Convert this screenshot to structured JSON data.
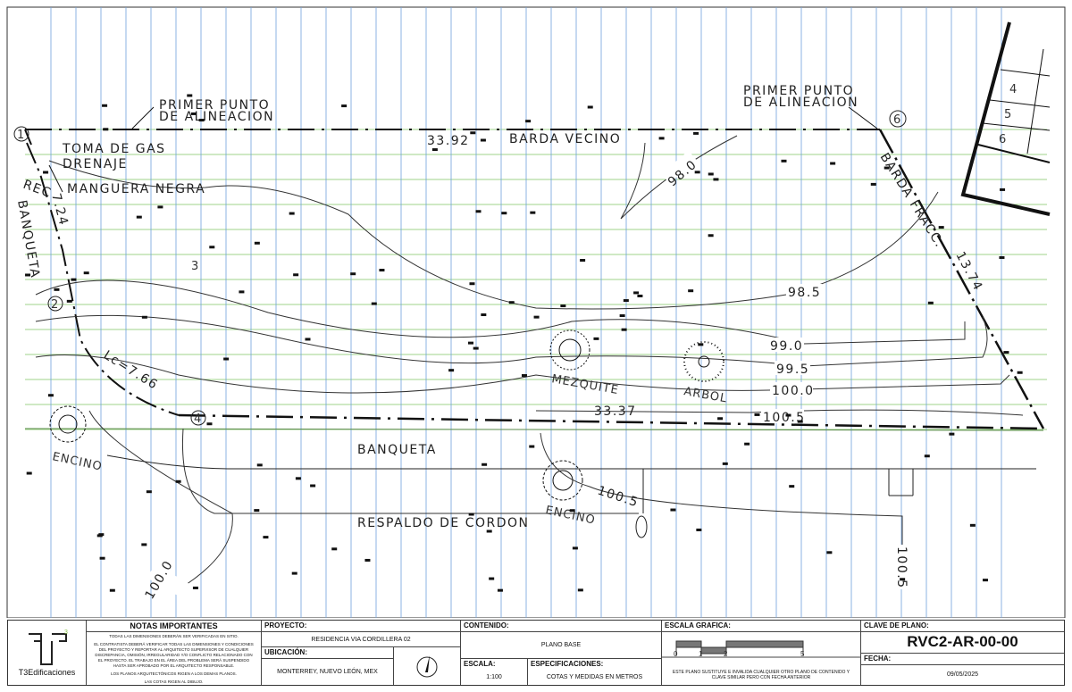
{
  "drawing": {
    "labels": {
      "primer_punto_1a": "PRIMER PUNTO",
      "primer_punto_1b": "DE ALINEACION",
      "primer_punto_2a": "PRIMER PUNTO",
      "primer_punto_2b": "DE ALINEACION",
      "toma_gas": "TOMA DE GAS",
      "drenaje": "DRENAJE",
      "manguera": "MANGUERA NEGRA",
      "rec": "REC",
      "dim_724": "7.24",
      "banqueta_left": "BANQUETA",
      "dim_3392": "33.92",
      "barda_vecino": "BARDA VECINO",
      "barda_fracc": "BARDA FRACC.",
      "dim_1374": "13.74",
      "lc": "Lc=7.66",
      "dim_3337": "33.37",
      "banqueta": "BANQUETA",
      "respaldo": "RESPALDO DE CORDON",
      "mezquite": "MEZQUITE",
      "arbol": "ARBOL",
      "encino_1": "ENCINO",
      "encino_2": "ENCINO",
      "lot_number": "3",
      "v1": "1",
      "v2": "2",
      "v4": "4",
      "v6": "6",
      "lot_4": "4",
      "lot_5": "5",
      "lot_6": "6"
    },
    "contours": {
      "c980": "98.0",
      "c985": "98.5",
      "c990": "99.0",
      "c995": "99.5",
      "c1000": "100.0",
      "c1005": "100.5",
      "c1005b": "100.5",
      "c1005c": "100.5",
      "c1000b": "100.0"
    }
  },
  "title_block": {
    "brand": "T3Edificaciones",
    "brand_sup": "3",
    "notes_title": "NOTAS IMPORTANTES",
    "notes": [
      "TODAS LAS DIMENSIONES DEBERÁN SER VERIFICADAS EN SITIO.",
      "EL CONTRATISTA DEBERÁ VERIFICAR TODAS LAS DIMENSIONES Y CONDICIONES DEL PROYECTO Y REPORTAR AL ARQUITECTO SUPERVISOR DE CUALQUIER DISCREPANCIA, OMISIÓN, IRREGULARIDAD Y/O CONFLICTO RELACIONADO CON EL PROYECTO. EL TRABAJO EN EL ÁREA DEL PROBLEMA SERÁ SUSPENDIDO HASTA SER APROBADO POR EL ARQUITECTO RESPONSABLE.",
      "LOS PLANOS ARQUITECTÓNICOS RIGEN A LOS DEMAS PLANOS.",
      "LAS COTAS RIGEN AL DIBUJO."
    ],
    "proyecto_label": "PROYECTO:",
    "proyecto": "RESIDENCIA VIA CORDILLERA 02",
    "ubicacion_label": "UBICACIÓN:",
    "ubicacion": "MONTERREY, NUEVO LEÓN, MEX",
    "contenido_label": "CONTENIDO:",
    "contenido": "PLANO BASE",
    "escala_label": "ESCALA:",
    "escala": "1:100",
    "especificaciones_label": "ESPECIFICACIONES:",
    "especificaciones": "COTAS Y MEDIDAS EN METROS",
    "escala_grafica_label": "ESCALA GRAFICA:",
    "scale_ticks": [
      "0",
      "1",
      "2",
      "5"
    ],
    "disclaimer": "ESTE PLANO SUSTITUYE E INVALIDA CUALQUIER OTRO PLANO DE CONTENIDO Y CLAVE SIMILAR PERO CON FECHA ANTERIOR",
    "clave_label": "CLAVE DE PLANO:",
    "clave": "RVC2-AR-00-00",
    "fecha_label": "FECHA:",
    "fecha": "09/05/2025"
  },
  "colors": {
    "grid_vertical": "#6fa0dc",
    "grid_horizontal": "#9fd38a",
    "line": "#222222"
  }
}
